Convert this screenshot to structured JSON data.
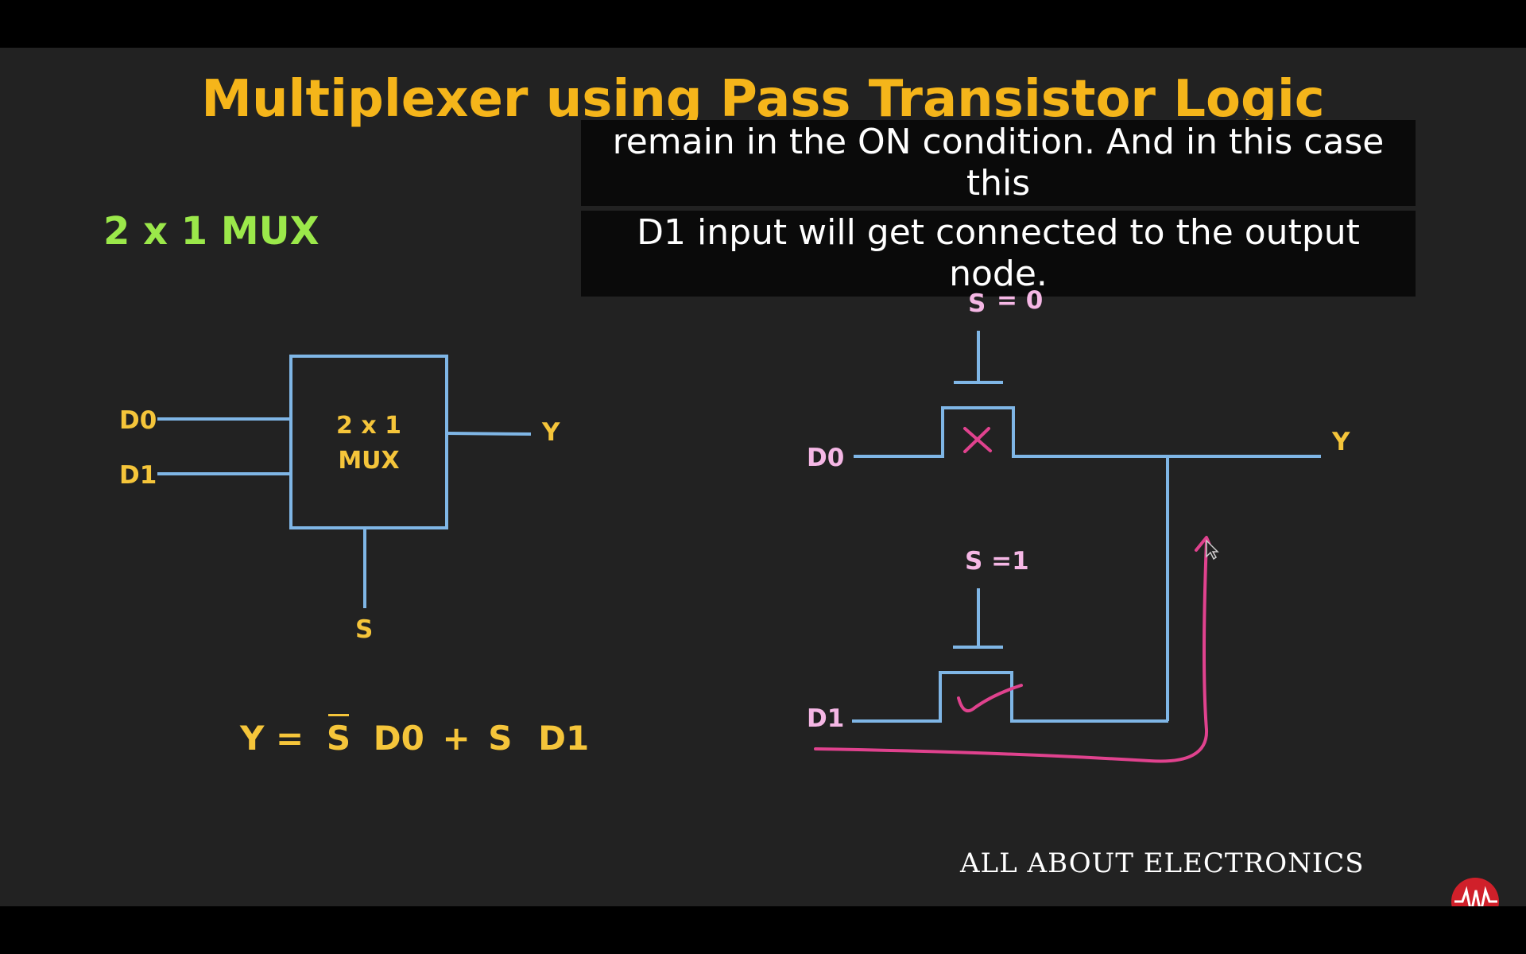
{
  "title": "Multiplexer using Pass Transistor Logic",
  "subtitle": "2 x 1 MUX",
  "caption": {
    "line1": "remain in the ON condition. And in this case this",
    "line2": "D1 input will get connected to the output node."
  },
  "mux_block": {
    "label_line1": "2 x 1",
    "label_line2": "MUX",
    "input0": "D0",
    "input1": "D1",
    "output": "Y",
    "select": "S"
  },
  "equation": {
    "lhs": "Y =",
    "s_bar": "S",
    "d0": "D0",
    "plus": "+",
    "s": "S",
    "d1": "D1"
  },
  "circuit": {
    "top_gate_label_s": "S",
    "top_gate_label_value": "= 0",
    "bottom_gate_label": "S =1",
    "input_d0": "D0",
    "input_d1": "D1",
    "output": "Y",
    "off_mark": "✕",
    "on_mark": "✓"
  },
  "brand": "ALL ABOUT ELECTRONICS",
  "colors": {
    "background": "#222222",
    "title": "#f5b51a",
    "subtitle": "#9be84a",
    "wire": "#7fb6e6",
    "label": "#f5c53a",
    "handwriting": "#e0428e",
    "input_label": "#f5b7e5"
  },
  "icons": [
    "cursor-icon",
    "logo-icon"
  ]
}
